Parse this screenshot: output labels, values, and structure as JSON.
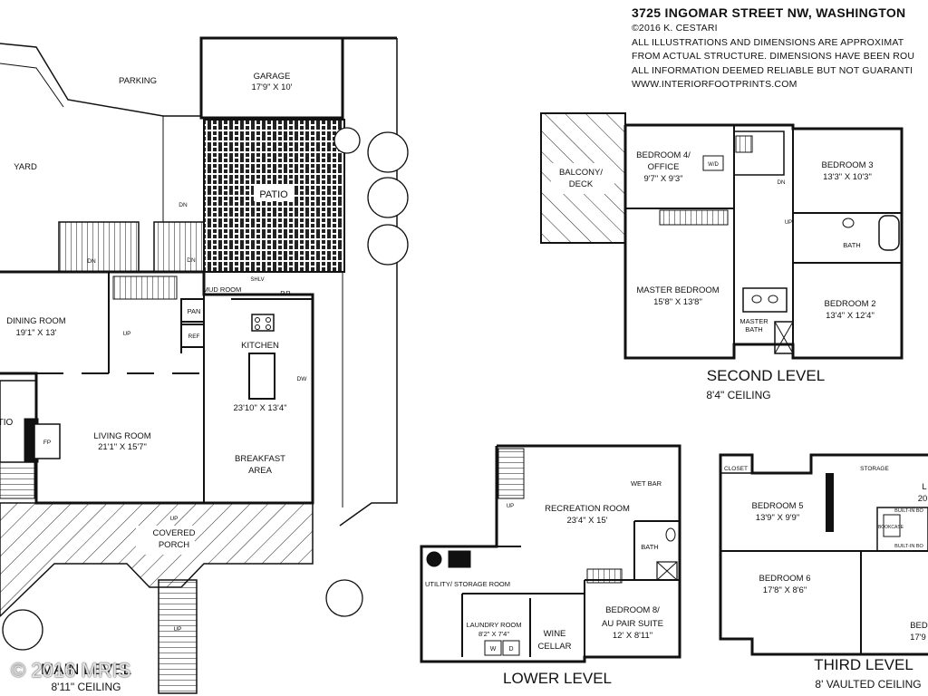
{
  "header": {
    "address": "3725 INGOMAR STREET NW, WASHINGTON",
    "copyright": "©2016 K. CESTARI",
    "disclaimer1": "ALL ILLUSTRATIONS AND DIMENSIONS ARE APPROXIMAT",
    "disclaimer2": "FROM ACTUAL STRUCTURE. DIMENSIONS HAVE BEEN ROU",
    "disclaimer3": "ALL INFORMATION DEEMED RELIABLE BUT NOT GUARANTI",
    "website": "WWW.INTERIORFOOTPRINTS.COM"
  },
  "watermark": "© 2016 MRIS",
  "main_level": {
    "title": "MAIN LEVEL",
    "ceiling": "8'11\" CEILING",
    "garage": {
      "name": "GARAGE",
      "dims": "17'9\" X 10'"
    },
    "parking": "PARKING",
    "yard": "YARD",
    "patio": "PATIO",
    "patio_side": "TIO",
    "dining": {
      "name": "DINING ROOM",
      "dims": "19'1\" X 13'"
    },
    "living": {
      "name": "LIVING ROOM",
      "dims": "21'1\" X 15'7\""
    },
    "kitchen": {
      "name": "KITCHEN",
      "dims": "23'10\" X 13'4\""
    },
    "breakfast": {
      "name": "BREAKFAST",
      "name2": "AREA"
    },
    "porch": {
      "name": "COVERED",
      "name2": "PORCH"
    },
    "mud_room": "MUD ROOM",
    "pr": "P.R.",
    "shlv": "SHLV",
    "pan": "PAN",
    "ref": "REF",
    "fp": "FP",
    "dw": "DW",
    "dn": "DN",
    "up": "UP"
  },
  "second_level": {
    "title": "SECOND LEVEL",
    "ceiling": "8'4\" CEILING",
    "balcony": {
      "name": "BALCONY/",
      "name2": "DECK"
    },
    "bedroom4": {
      "name": "BEDROOM 4/",
      "name2": "OFFICE",
      "dims": "9'7\" X 9'3\""
    },
    "bedroom3": {
      "name": "BEDROOM 3",
      "dims": "13'3\" X 10'3\""
    },
    "master": {
      "name": "MASTER BEDROOM",
      "dims": "15'8\" X 13'8\""
    },
    "bedroom2": {
      "name": "BEDROOM 2",
      "dims": "13'4\" X 12'4\""
    },
    "bath": "BATH",
    "master_bath": {
      "name": "MASTER",
      "name2": "BATH"
    },
    "wd": "W/D",
    "dn": "DN",
    "up": "UP"
  },
  "lower_level": {
    "title": "LOWER LEVEL",
    "recreation": {
      "name": "RECREATION ROOM",
      "dims": "23'4\" X 15'"
    },
    "wet_bar": "WET BAR",
    "bath": "BATH",
    "utility": "UTILITY/ STORAGE ROOM",
    "laundry": {
      "name": "LAUNDRY ROOM",
      "dims": "8'2\" X 7'4\""
    },
    "wine": {
      "name": "WINE",
      "name2": "CELLAR"
    },
    "bedroom8": {
      "name": "BEDROOM 8/",
      "name2": "AU PAIR SUITE",
      "dims": "12' X 8'11\""
    },
    "w": "W",
    "d": "D",
    "up": "UP"
  },
  "third_level": {
    "title": "THIRD LEVEL",
    "ceiling": "8' VAULTED CEILING",
    "closet": "CLOSET",
    "storage": "STORAGE",
    "bedroom5": {
      "name": "BEDROOM 5",
      "dims": "13'9\" X 9'9\""
    },
    "bedroom6": {
      "name": "BEDROOM 6",
      "dims": "17'8\" X 8'6\""
    },
    "builtin": "BUILT-IN BO",
    "builtin2": "BUILT-IN BO",
    "bookcase": "BOOKCASE",
    "partial_l": "L",
    "partial_20": "20",
    "partial_bed": "BED",
    "partial_17": "17'9"
  }
}
